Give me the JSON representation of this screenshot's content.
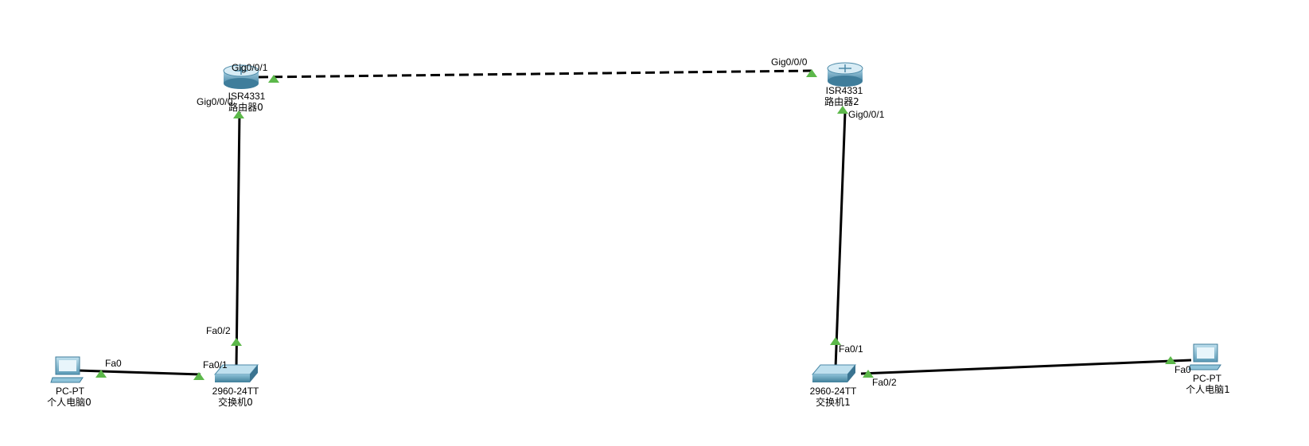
{
  "devices": {
    "router0": {
      "model": "ISR4331",
      "name": "路由器0"
    },
    "router2": {
      "model": "ISR4331",
      "name": "路由器2"
    },
    "switch0": {
      "model": "2960-24TT",
      "name": "交换机0"
    },
    "switch1": {
      "model": "2960-24TT",
      "name": "交换机1"
    },
    "pc0": {
      "model": "PC-PT",
      "name": "个人电脑0"
    },
    "pc1": {
      "model": "PC-PT",
      "name": "个人电脑1"
    }
  },
  "ports": {
    "r0_gig001": "Gig0/0/1",
    "r0_gig000": "Gig0/0/0",
    "r2_gig000": "Gig0/0/0",
    "r2_gig001": "Gig0/0/1",
    "s0_fa02": "Fa0/2",
    "s0_fa01": "Fa0/1",
    "s1_fa01": "Fa0/1",
    "s1_fa02": "Fa0/2",
    "pc0_fa0": "Fa0",
    "pc1_fa0": "Fa0"
  },
  "colors": {
    "link": "#000000",
    "link_up": "#5cb84a",
    "router_body": "#6fa9c4",
    "switch_body": "#5b9bb3",
    "pc_body": "#7ab0c8"
  },
  "icons": {
    "router": "router-icon",
    "switch": "switch-icon",
    "pc": "pc-icon"
  }
}
